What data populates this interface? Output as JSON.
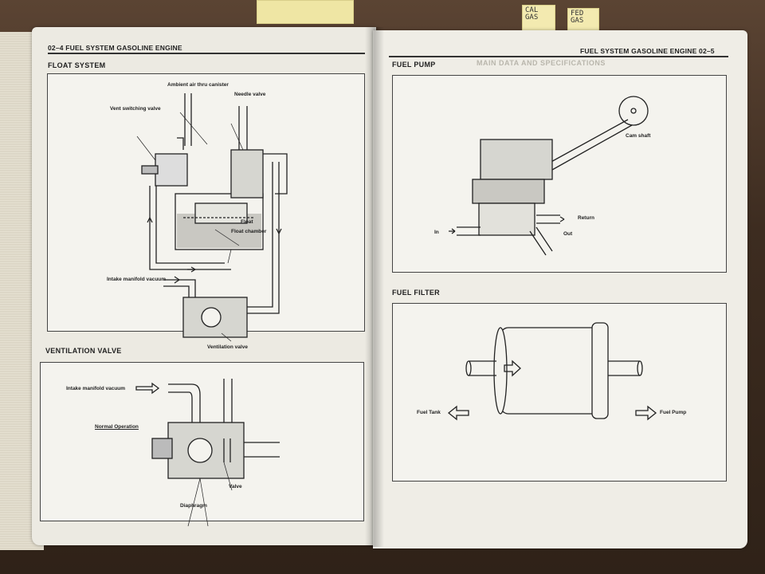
{
  "sticky_notes": [
    "CAL\nGAS",
    "FED\nGAS"
  ],
  "left_page": {
    "header_left": "02–4 FUEL SYSTEM GASOLINE ENGINE",
    "sections": {
      "float_system": {
        "title": "FLOAT SYSTEM",
        "labels": {
          "ambient_air": "Ambient air thru canister",
          "needle_valve": "Needle valve",
          "vent_switching": "Vent switching valve",
          "float": "Float",
          "float_chamber": "Float chamber",
          "intake_manifold": "Intake manifold vacuum",
          "ventilation_valve": "Ventilation valve"
        }
      },
      "ventilation_valve": {
        "title": "VENTILATION VALVE",
        "labels": {
          "intake_manifold": "Intake manifold vacuum",
          "normal_operation": "Normal Operation",
          "valve": "Valve",
          "diaphragm": "Diaphragm"
        }
      }
    }
  },
  "right_page": {
    "header_right": "FUEL SYSTEM GASOLINE ENGINE  02–5",
    "sections": {
      "fuel_pump": {
        "title": "FUEL PUMP",
        "labels": {
          "cam_shaft": "Cam shaft",
          "return": "Return",
          "out": "Out",
          "in": "In"
        }
      },
      "fuel_filter": {
        "title": "FUEL FILTER",
        "labels": {
          "fuel_tank": "Fuel Tank",
          "fuel_pump": "Fuel Pump"
        }
      }
    },
    "bleed_through": "MAIN DATA AND SPECIFICATIONS"
  },
  "colors": {
    "paper": "#eceae2",
    "ink": "#222222",
    "table": "#3d2c20",
    "note": "#f3eab0"
  }
}
